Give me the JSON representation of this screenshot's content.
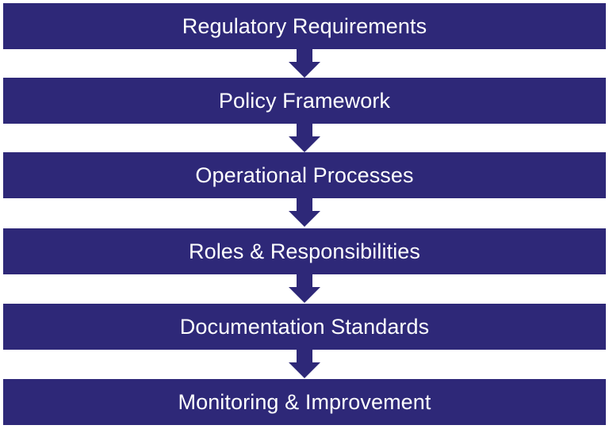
{
  "flow": {
    "steps": [
      {
        "label": "Regulatory Requirements"
      },
      {
        "label": "Policy Framework"
      },
      {
        "label": "Operational Processes"
      },
      {
        "label": "Roles & Responsibilities"
      },
      {
        "label": "Documentation Standards"
      },
      {
        "label": "Monitoring & Improvement"
      }
    ]
  },
  "colors": {
    "box_fill": "#2e2878",
    "text": "#ffffff",
    "arrow_fill": "#2e2878",
    "background": "#ffffff"
  },
  "icons": {
    "connector": "down-arrow-icon"
  }
}
